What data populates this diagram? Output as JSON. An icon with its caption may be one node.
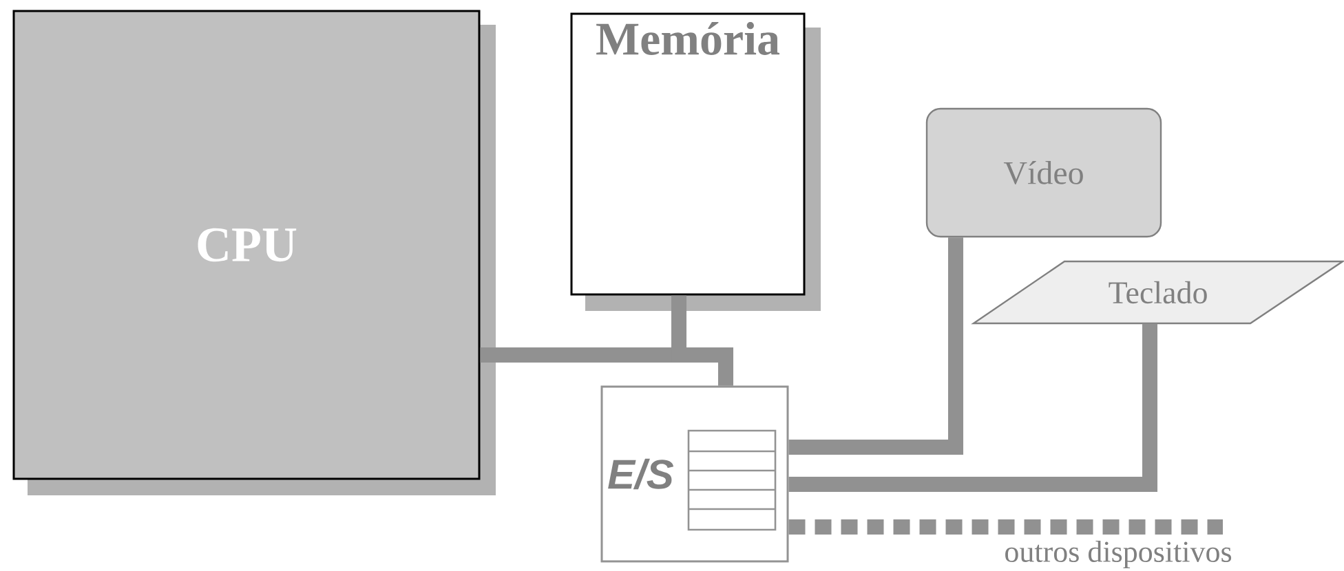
{
  "diagram": {
    "nodes": [
      {
        "text": [
          "CPU"
        ]
      },
      {
        "text": [
          "Memória"
        ]
      },
      {
        "text": [
          "E/S"
        ]
      },
      {
        "text": [
          "Vídeo"
        ]
      },
      {
        "text": [
          "Teclado"
        ]
      },
      {
        "text": [
          "outros dispositivos"
        ]
      }
    ],
    "edges": [
      {
        "from": 0,
        "to": 2,
        "arrow": "none"
      },
      {
        "from": 1,
        "to": 2,
        "arrow": "none"
      },
      {
        "from": 2,
        "to": 3,
        "arrow": "none"
      },
      {
        "from": 2,
        "to": 4,
        "arrow": "none"
      },
      {
        "from": 2,
        "to": 5,
        "arrow": "none",
        "style": "dashed"
      }
    ]
  }
}
